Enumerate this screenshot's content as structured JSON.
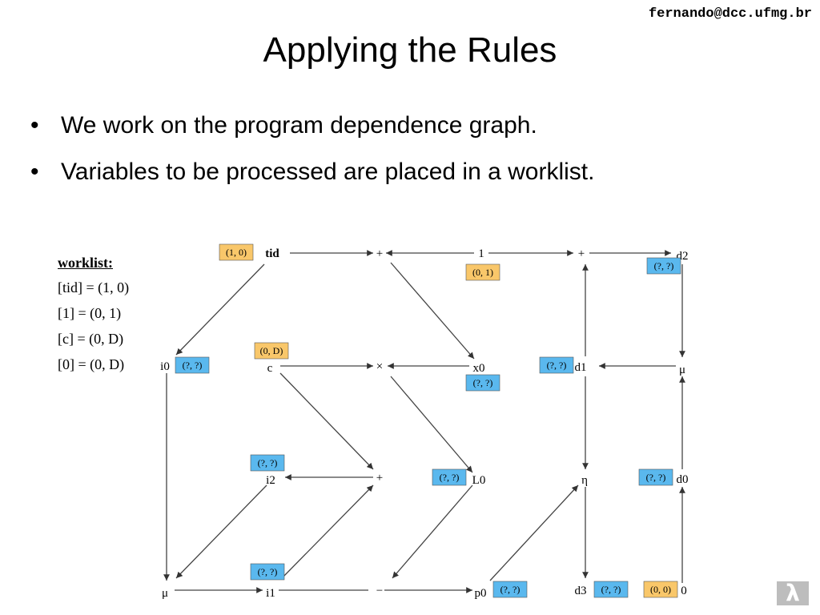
{
  "header": {
    "email": "fernando@dcc.ufmg.br",
    "title": "Applying the Rules"
  },
  "bullets": [
    "We work on the program dependence graph.",
    "Variables to be processed are placed in a worklist."
  ],
  "worklist": {
    "title": "worklist:",
    "items": [
      "[tid] = (1, 0)",
      "[1] = (0, 1)",
      "[c] = (0, D)",
      "[0] = (0, D)"
    ]
  },
  "colors": {
    "orange": "#f9c76a",
    "blue": "#5ab8ee"
  },
  "graph": {
    "nodes": {
      "tid": "tid",
      "plus1": "+",
      "one": "1",
      "plus2": "+",
      "d2": "d2",
      "i0": "i0",
      "c": "c",
      "times": "×",
      "x0": "x0",
      "d1": "d1",
      "mu_r": "μ",
      "i2": "i2",
      "plus3": "+",
      "L0": "L0",
      "eta": "η",
      "d0": "d0",
      "mu_b": "μ",
      "i1": "i1",
      "minus": "−",
      "p0": "p0",
      "d3": "d3",
      "zero": "0"
    },
    "labels": {
      "tid": "(1, 0)",
      "one": "(0, 1)",
      "d2": "(?, ?)",
      "i0": "(?, ?)",
      "c": "(0, D)",
      "x0": "(?, ?)",
      "d1": "(?, ?)",
      "i2": "(?, ?)",
      "L0": "(?, ?)",
      "d0": "(?, ?)",
      "i1": "(?, ?)",
      "p0": "(?, ?)",
      "d3": "(?, ?)",
      "zero": "(0, 0)"
    }
  },
  "logo": "λ"
}
